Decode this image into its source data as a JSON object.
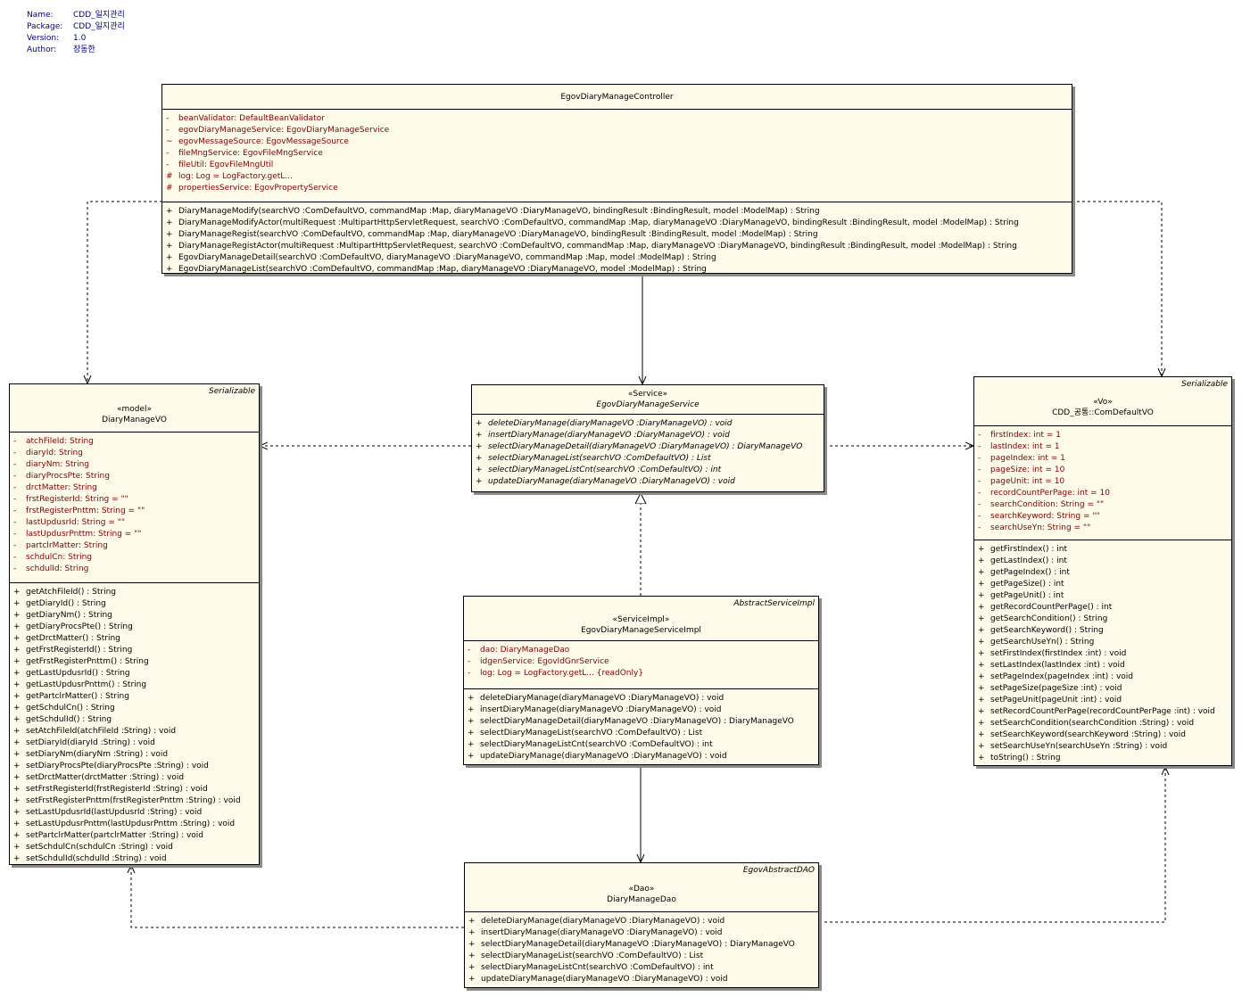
{
  "header": {
    "rows": [
      {
        "key": "Name:",
        "value": "CDD_일지관리"
      },
      {
        "key": "Package:",
        "value": "CDD_일지관리"
      },
      {
        "key": "Version:",
        "value": "1.0"
      },
      {
        "key": "Author:",
        "value": "장동한"
      }
    ]
  },
  "classes": {
    "controller": {
      "name": "EgovDiaryManageController",
      "attributes": [
        {
          "vis": "-",
          "text": "beanValidator:  DefaultBeanValidator"
        },
        {
          "vis": "-",
          "text": "egovDiaryManageService:  EgovDiaryManageService"
        },
        {
          "vis": "~",
          "text": "egovMessageSource:  EgovMessageSource"
        },
        {
          "vis": "-",
          "text": "fileMngService:  EgovFileMngService"
        },
        {
          "vis": "-",
          "text": "fileUtil:  EgovFileMngUtil"
        },
        {
          "vis": "#",
          "text": "log:  Log = LogFactory.getL..."
        },
        {
          "vis": "#",
          "text": "propertiesService:  EgovPropertyService"
        }
      ],
      "operations": [
        {
          "vis": "+",
          "text": "DiaryManageModify(searchVO :ComDefaultVO, commandMap :Map, diaryManageVO :DiaryManageVO, bindingResult :BindingResult, model :ModelMap) : String"
        },
        {
          "vis": "+",
          "text": "DiaryManageModifyActor(multiRequest :MultipartHttpServletRequest, searchVO :ComDefaultVO, commandMap :Map, diaryManageVO :DiaryManageVO, bindingResult :BindingResult, model :ModelMap) : String"
        },
        {
          "vis": "+",
          "text": "DiaryManageRegist(searchVO :ComDefaultVO, commandMap :Map, diaryManageVO :DiaryManageVO, bindingResult :BindingResult, model :ModelMap) : String"
        },
        {
          "vis": "+",
          "text": "DiaryManageRegistActor(multiRequest :MultipartHttpServletRequest, searchVO :ComDefaultVO, commandMap :Map, diaryManageVO :DiaryManageVO, bindingResult :BindingResult, model :ModelMap) : String"
        },
        {
          "vis": "+",
          "text": "EgovDiaryManageDetail(searchVO :ComDefaultVO, diaryManageVO :DiaryManageVO, commandMap :Map, model :ModelMap) : String"
        },
        {
          "vis": "+",
          "text": "EgovDiaryManageList(searchVO :ComDefaultVO, commandMap :Map, diaryManageVO :DiaryManageVO, model :ModelMap) : String"
        }
      ]
    },
    "vo": {
      "parent": "Serializable",
      "stereotype": "«model»",
      "name": "DiaryManageVO",
      "attributes": [
        {
          "vis": "-",
          "text": "atchFileId:  String"
        },
        {
          "vis": "-",
          "text": "diaryId:  String"
        },
        {
          "vis": "-",
          "text": "diaryNm:  String"
        },
        {
          "vis": "-",
          "text": "diaryProcsPte:  String"
        },
        {
          "vis": "-",
          "text": "drctMatter:  String"
        },
        {
          "vis": "-",
          "text": "frstRegisterId:  String = \"\""
        },
        {
          "vis": "-",
          "text": "frstRegisterPnttm:  String = \"\""
        },
        {
          "vis": "-",
          "text": "lastUpdusrId:  String = \"\""
        },
        {
          "vis": "-",
          "text": "lastUpdusrPnttm:  String = \"\""
        },
        {
          "vis": "-",
          "text": "partclrMatter:  String"
        },
        {
          "vis": "-",
          "text": "schdulCn:  String"
        },
        {
          "vis": "-",
          "text": "schdulId:  String"
        }
      ],
      "operations": [
        {
          "vis": "+",
          "text": "getAtchFileId() : String"
        },
        {
          "vis": "+",
          "text": "getDiaryId() : String"
        },
        {
          "vis": "+",
          "text": "getDiaryNm() : String"
        },
        {
          "vis": "+",
          "text": "getDiaryProcsPte() : String"
        },
        {
          "vis": "+",
          "text": "getDrctMatter() : String"
        },
        {
          "vis": "+",
          "text": "getFrstRegisterId() : String"
        },
        {
          "vis": "+",
          "text": "getFrstRegisterPnttm() : String"
        },
        {
          "vis": "+",
          "text": "getLastUpdusrId() : String"
        },
        {
          "vis": "+",
          "text": "getLastUpdusrPnttm() : String"
        },
        {
          "vis": "+",
          "text": "getPartclrMatter() : String"
        },
        {
          "vis": "+",
          "text": "getSchdulCn() : String"
        },
        {
          "vis": "+",
          "text": "getSchdulId() : String"
        },
        {
          "vis": "+",
          "text": "setAtchFileId(atchFileId :String) : void"
        },
        {
          "vis": "+",
          "text": "setDiaryId(diaryId :String) : void"
        },
        {
          "vis": "+",
          "text": "setDiaryNm(diaryNm :String) : void"
        },
        {
          "vis": "+",
          "text": "setDiaryProcsPte(diaryProcsPte :String) : void"
        },
        {
          "vis": "+",
          "text": "setDrctMatter(drctMatter :String) : void"
        },
        {
          "vis": "+",
          "text": "setFrstRegisterId(frstRegisterId :String) : void"
        },
        {
          "vis": "+",
          "text": "setFrstRegisterPnttm(frstRegisterPnttm :String) : void"
        },
        {
          "vis": "+",
          "text": "setLastUpdusrId(lastUpdusrId :String) : void"
        },
        {
          "vis": "+",
          "text": "setLastUpdusrPnttm(lastUpdusrPnttm :String) : void"
        },
        {
          "vis": "+",
          "text": "setPartclrMatter(partclrMatter :String) : void"
        },
        {
          "vis": "+",
          "text": "setSchdulCn(schdulCn :String) : void"
        },
        {
          "vis": "+",
          "text": "setSchdulId(schdulId :String) : void"
        }
      ]
    },
    "service": {
      "stereotype": "«Service»",
      "name": "EgovDiaryManageService",
      "operations": [
        {
          "vis": "+",
          "text": "deleteDiaryManage(diaryManageVO :DiaryManageVO) : void"
        },
        {
          "vis": "+",
          "text": "insertDiaryManage(diaryManageVO :DiaryManageVO) : void"
        },
        {
          "vis": "+",
          "text": "selectDiaryManageDetail(diaryManageVO :DiaryManageVO) : DiaryManageVO"
        },
        {
          "vis": "+",
          "text": "selectDiaryManageList(searchVO :ComDefaultVO) : List"
        },
        {
          "vis": "+",
          "text": "selectDiaryManageListCnt(searchVO :ComDefaultVO) : int"
        },
        {
          "vis": "+",
          "text": "updateDiaryManage(diaryManageVO :DiaryManageVO) : void"
        }
      ]
    },
    "serviceImpl": {
      "parent": "AbstractServiceImpl",
      "stereotype": "«ServiceImpl»",
      "name": "EgovDiaryManageServiceImpl",
      "attributes": [
        {
          "vis": "-",
          "text": "dao:  DiaryManageDao"
        },
        {
          "vis": "-",
          "text": "idgenService:  EgovIdGnrService"
        },
        {
          "vis": "-",
          "text": "log:  Log = LogFactory.getL... {readOnly}"
        }
      ],
      "operations": [
        {
          "vis": "+",
          "text": "deleteDiaryManage(diaryManageVO :DiaryManageVO) : void"
        },
        {
          "vis": "+",
          "text": "insertDiaryManage(diaryManageVO :DiaryManageVO) : void"
        },
        {
          "vis": "+",
          "text": "selectDiaryManageDetail(diaryManageVO :DiaryManageVO) : DiaryManageVO"
        },
        {
          "vis": "+",
          "text": "selectDiaryManageList(searchVO :ComDefaultVO) : List"
        },
        {
          "vis": "+",
          "text": "selectDiaryManageListCnt(searchVO :ComDefaultVO) : int"
        },
        {
          "vis": "+",
          "text": "updateDiaryManage(diaryManageVO :DiaryManageVO) : void"
        }
      ]
    },
    "dao": {
      "parent": "EgovAbstractDAO",
      "stereotype": "«Dao»",
      "name": "DiaryManageDao",
      "operations": [
        {
          "vis": "+",
          "text": "deleteDiaryManage(diaryManageVO :DiaryManageVO) : void"
        },
        {
          "vis": "+",
          "text": "insertDiaryManage(diaryManageVO :DiaryManageVO) : void"
        },
        {
          "vis": "+",
          "text": "selectDiaryManageDetail(diaryManageVO :DiaryManageVO) : DiaryManageVO"
        },
        {
          "vis": "+",
          "text": "selectDiaryManageList(searchVO :ComDefaultVO) : List"
        },
        {
          "vis": "+",
          "text": "selectDiaryManageListCnt(searchVO :ComDefaultVO) : int"
        },
        {
          "vis": "+",
          "text": "updateDiaryManage(diaryManageVO :DiaryManageVO) : void"
        }
      ]
    },
    "comDefault": {
      "parent": "Serializable",
      "stereotype": "«Vo»",
      "name": "CDD_공통::ComDefaultVO",
      "attributes": [
        {
          "vis": "-",
          "text": "firstIndex:  int = 1"
        },
        {
          "vis": "-",
          "text": "lastIndex:  int = 1"
        },
        {
          "vis": "-",
          "text": "pageIndex:  int = 1"
        },
        {
          "vis": "-",
          "text": "pageSize:  int = 10"
        },
        {
          "vis": "-",
          "text": "pageUnit:  int = 10"
        },
        {
          "vis": "-",
          "text": "recordCountPerPage:  int = 10"
        },
        {
          "vis": "-",
          "text": "searchCondition:  String = \"\""
        },
        {
          "vis": "-",
          "text": "searchKeyword:  String = \"\""
        },
        {
          "vis": "-",
          "text": "searchUseYn:  String = \"\""
        }
      ],
      "operations": [
        {
          "vis": "+",
          "text": "getFirstIndex() : int"
        },
        {
          "vis": "+",
          "text": "getLastIndex() : int"
        },
        {
          "vis": "+",
          "text": "getPageIndex() : int"
        },
        {
          "vis": "+",
          "text": "getPageSize() : int"
        },
        {
          "vis": "+",
          "text": "getPageUnit() : int"
        },
        {
          "vis": "+",
          "text": "getRecordCountPerPage() : int"
        },
        {
          "vis": "+",
          "text": "getSearchCondition() : String"
        },
        {
          "vis": "+",
          "text": "getSearchKeyword() : String"
        },
        {
          "vis": "+",
          "text": "getSearchUseYn() : String"
        },
        {
          "vis": "+",
          "text": "setFirstIndex(firstIndex :int) : void"
        },
        {
          "vis": "+",
          "text": "setLastIndex(lastIndex :int) : void"
        },
        {
          "vis": "+",
          "text": "setPageIndex(pageIndex :int) : void"
        },
        {
          "vis": "+",
          "text": "setPageSize(pageSize :int) : void"
        },
        {
          "vis": "+",
          "text": "setPageUnit(pageUnit :int) : void"
        },
        {
          "vis": "+",
          "text": "setRecordCountPerPage(recordCountPerPage :int) : void"
        },
        {
          "vis": "+",
          "text": "setSearchCondition(searchCondition :String) : void"
        },
        {
          "vis": "+",
          "text": "setSearchKeyword(searchKeyword :String) : void"
        },
        {
          "vis": "+",
          "text": "setSearchUseYn(searchUseYn :String) : void"
        },
        {
          "vis": "+",
          "text": "toString() : String"
        }
      ]
    }
  },
  "colors": {
    "class_fill": "#fffbeb",
    "attribute_text": "#800000",
    "header_text": "#000080",
    "shadow": "#8a8a8a"
  }
}
